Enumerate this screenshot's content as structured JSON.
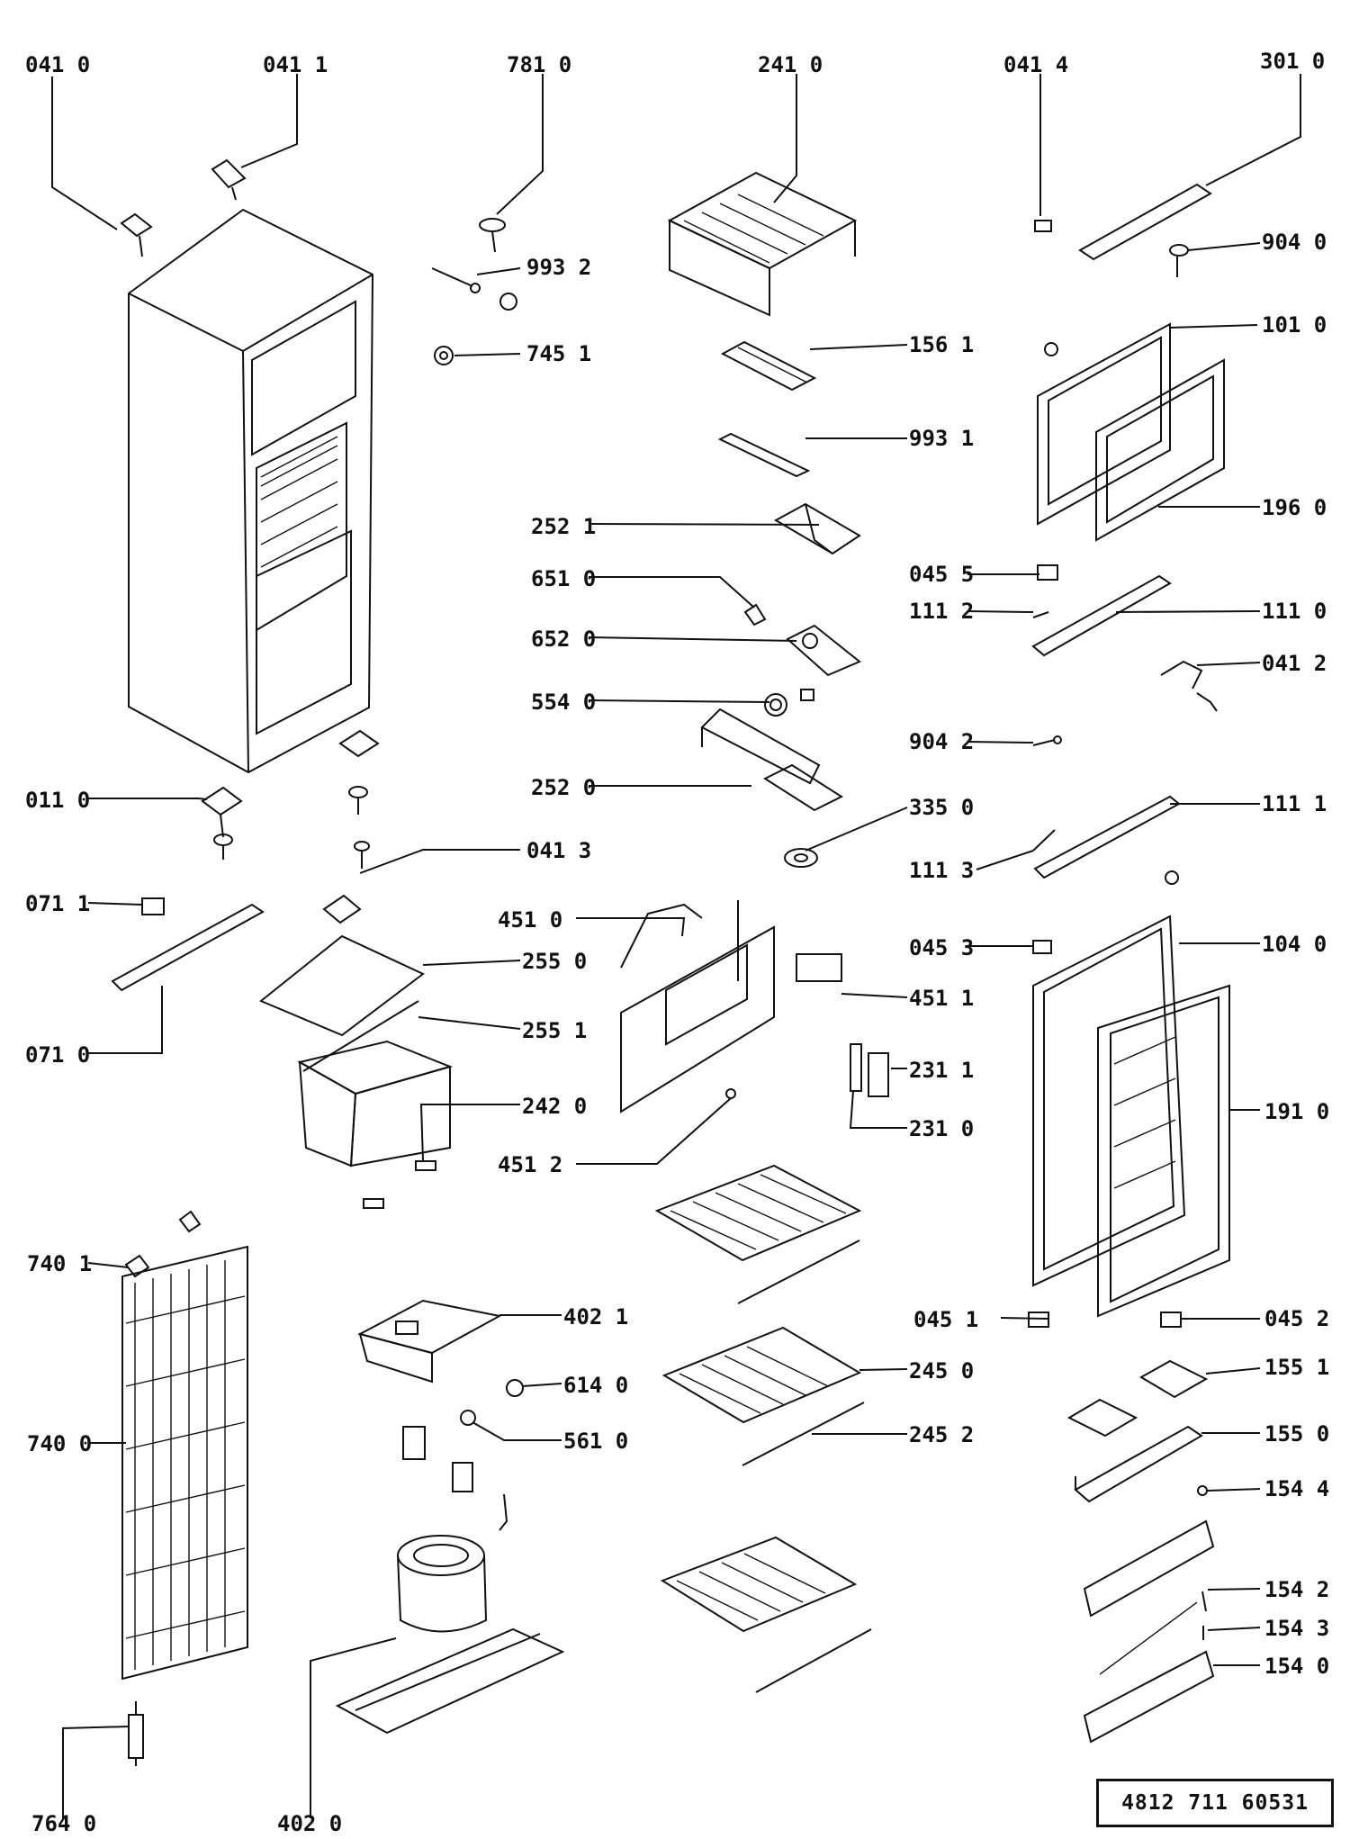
{
  "callouts": {
    "c0410": "041 0",
    "c0411": "041 1",
    "c7810": "781 0",
    "c2410": "241 0",
    "c0414": "041 4",
    "c3010": "301 0",
    "c9932": "993 2",
    "c9040": "904 0",
    "c7451": "745 1",
    "c1561": "156 1",
    "c1010": "101 0",
    "c9931": "993 1",
    "c2521": "252 1",
    "c1960": "196 0",
    "c6510": "651 0",
    "c0455": "045 5",
    "c1112": "111 2",
    "c1110": "111 0",
    "c6520": "652 0",
    "c0412": "041 2",
    "c5540": "554 0",
    "c9042": "904 2",
    "c2520": "252 0",
    "c0110": "011 0",
    "c3350": "335 0",
    "c1111": "111 1",
    "c0413": "041 3",
    "c1113": "111 3",
    "c0711": "071 1",
    "c4510": "451 0",
    "c0453": "045 3",
    "c1040": "104 0",
    "c2550": "255 0",
    "c4511": "451 1",
    "c2551": "255 1",
    "c0710": "071 0",
    "c2311": "231 1",
    "c2420": "242 0",
    "c1910": "191 0",
    "c2310": "231 0",
    "c4512": "451 2",
    "c7401": "740 1",
    "c4021": "402 1",
    "c0451": "045 1",
    "c0452": "045 2",
    "c6140": "614 0",
    "c2450": "245 0",
    "c1551": "155 1",
    "c7400": "740 0",
    "c5610": "561 0",
    "c2452": "245 2",
    "c1550": "155 0",
    "c1544": "154 4",
    "c1542": "154 2",
    "c1543": "154 3",
    "c1540": "154 0",
    "c7640": "764 0",
    "c4020": "402 0"
  },
  "reference_number": "4812  711  60531"
}
